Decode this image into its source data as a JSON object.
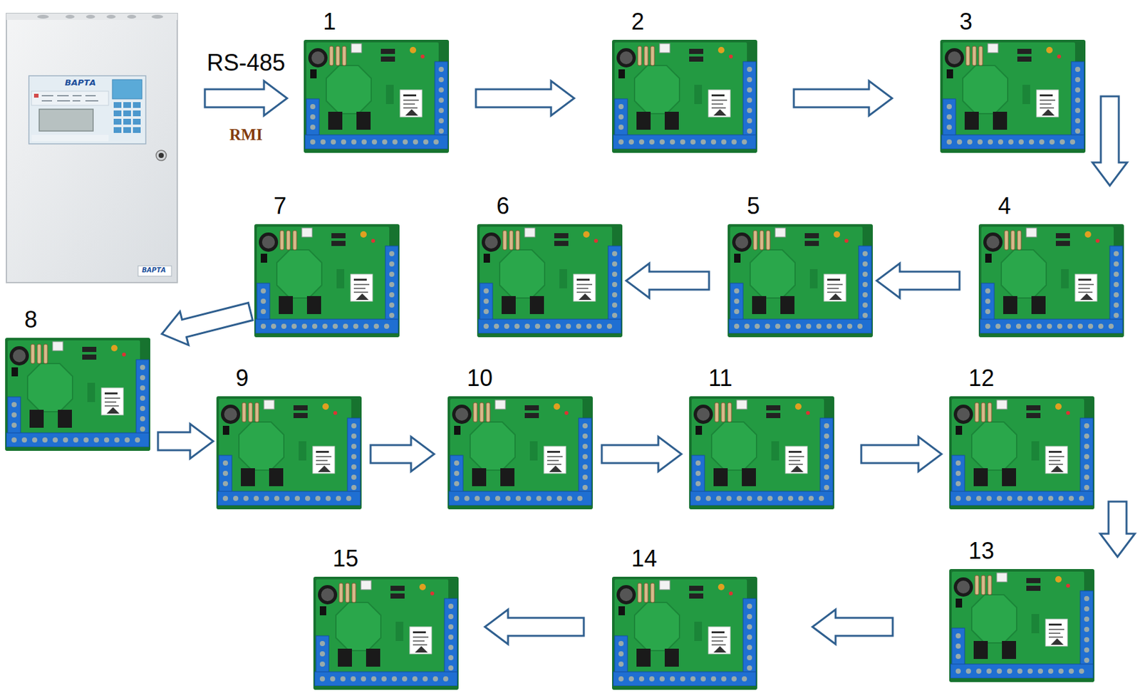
{
  "diagram": {
    "nodes": [
      {
        "text": [
          "ВАРТА",
          "ВАРТА"
        ]
      },
      {
        "text": [
          "1"
        ]
      },
      {
        "text": [
          "2"
        ]
      },
      {
        "text": [
          "3"
        ]
      },
      {
        "text": [
          "4"
        ]
      },
      {
        "text": [
          "5"
        ]
      },
      {
        "text": [
          "6"
        ]
      },
      {
        "text": [
          "7"
        ]
      },
      {
        "text": [
          "8"
        ]
      },
      {
        "text": [
          "9"
        ]
      },
      {
        "text": [
          "10"
        ]
      },
      {
        "text": [
          "11"
        ]
      },
      {
        "text": [
          "12"
        ]
      },
      {
        "text": [
          "13"
        ]
      },
      {
        "text": [
          "14"
        ]
      },
      {
        "text": [
          "15"
        ]
      }
    ],
    "edges": [
      {
        "from": 0,
        "to": 1,
        "label": "RS-485",
        "arrow": "to"
      },
      {
        "from": 1,
        "to": 2,
        "arrow": "to"
      },
      {
        "from": 2,
        "to": 3,
        "arrow": "to"
      },
      {
        "from": 3,
        "to": 4,
        "arrow": "to"
      },
      {
        "from": 4,
        "to": 5,
        "arrow": "to"
      },
      {
        "from": 5,
        "to": 6,
        "arrow": "to"
      },
      {
        "from": 7,
        "to": 8,
        "arrow": "to"
      },
      {
        "from": 8,
        "to": 9,
        "arrow": "to"
      },
      {
        "from": 9,
        "to": 10,
        "arrow": "to"
      },
      {
        "from": 10,
        "to": 11,
        "arrow": "to"
      },
      {
        "from": 11,
        "to": 12,
        "arrow": "to"
      },
      {
        "from": 12,
        "to": 13,
        "arrow": "to"
      },
      {
        "from": 13,
        "to": 14,
        "arrow": "to"
      },
      {
        "from": 14,
        "to": 15,
        "arrow": "to"
      }
    ],
    "labels": [
      "RMI"
    ]
  }
}
